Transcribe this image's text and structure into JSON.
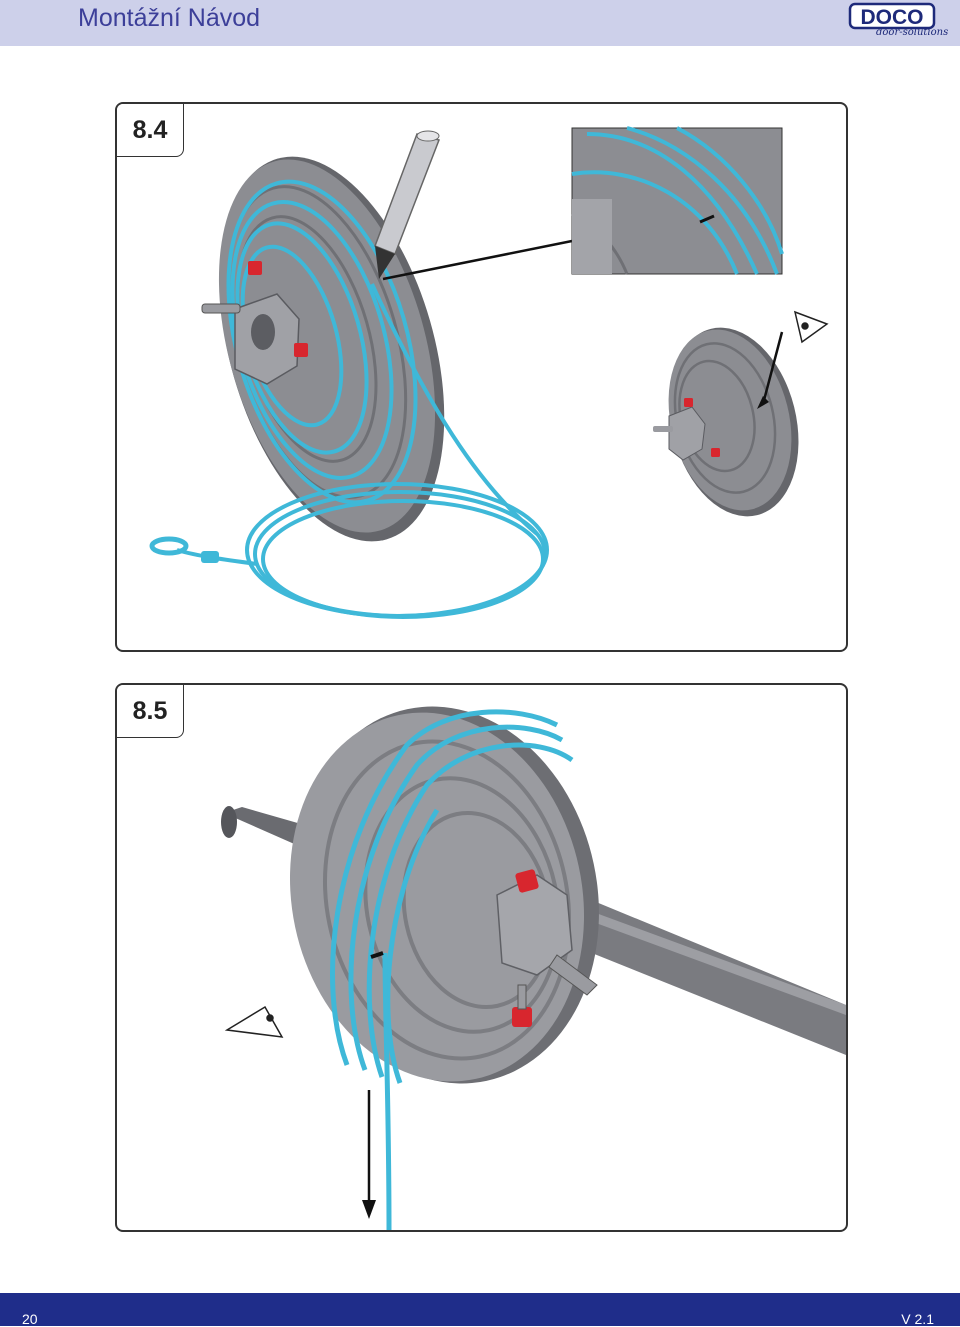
{
  "header": {
    "title": "Montážní Návod",
    "logo_text": "DOCO",
    "logo_subtext": "door-solutions",
    "logo_icon": "doco-logo-icon"
  },
  "steps": [
    {
      "label": "8.4"
    },
    {
      "label": "8.5"
    }
  ],
  "colors": {
    "header_bg": "#cdd0ea",
    "header_text": "#3c3f99",
    "footer_bg": "#1f2d8a",
    "cable": "#3fb8d8",
    "drum": "#8a8b90",
    "bolt": "#d8262e"
  },
  "footer": {
    "page_number": "20",
    "version": "V 2.1"
  }
}
